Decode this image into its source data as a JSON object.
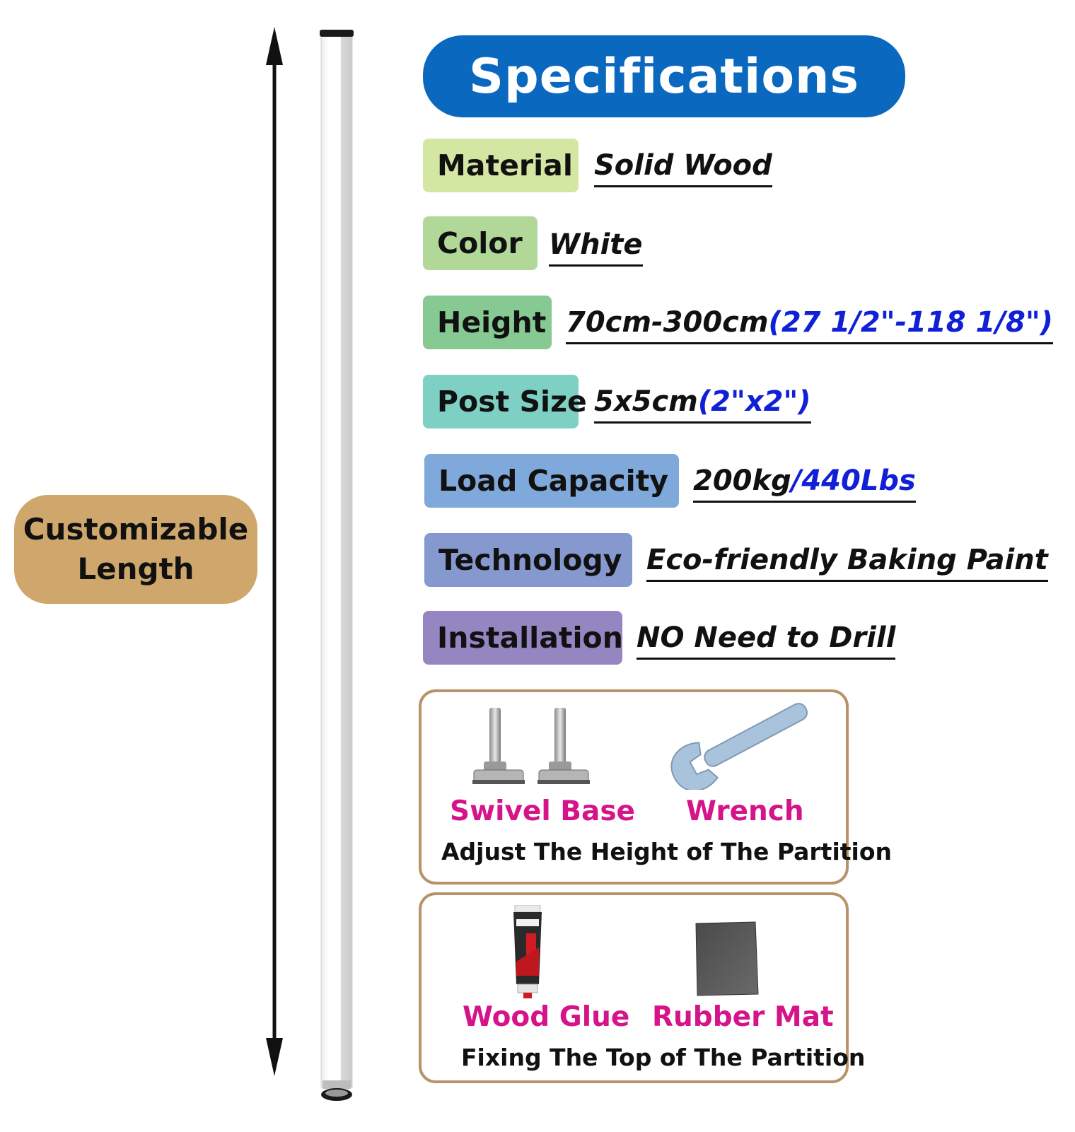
{
  "badge": {
    "line1": "Customizable",
    "line2": "Length"
  },
  "header": {
    "title": "Specifications"
  },
  "specs": [
    {
      "label": "Material",
      "value": "Solid Wood",
      "value_extra": "",
      "color": "#d3e7a2"
    },
    {
      "label": "Color",
      "value": "White",
      "value_extra": "",
      "color": "#b1d899"
    },
    {
      "label": "Height",
      "value": "70cm-300cm",
      "value_extra": "(27 1/2\"-118 1/8\")",
      "color": "#86c993"
    },
    {
      "label": "Post Size",
      "value": "5x5cm",
      "value_extra": "(2\"x2\")",
      "color": "#7ecfc4"
    },
    {
      "label": "Load Capacity",
      "value": "200kg",
      "value_extra": "/440Lbs",
      "color": "#7fa9da"
    },
    {
      "label": "Technology",
      "value": "Eco-friendly Baking Paint",
      "value_extra": "",
      "color": "#8599cf"
    },
    {
      "label": "Installation",
      "value": "NO Need to Drill",
      "value_extra": "",
      "color": "#9585c1"
    }
  ],
  "accessories_top": {
    "items": [
      "Swivel Base",
      "Wrench"
    ],
    "caption": "Adjust The Height of The Partition"
  },
  "accessories_bottom": {
    "items": [
      "Wood Glue",
      "Rubber Mat"
    ],
    "caption": "Fixing The Top of The Partition"
  },
  "colors": {
    "header_blue": "#0b68bf",
    "badge_tan": "#cfa76d",
    "accent_blue_text": "#1120d6",
    "accessory_pink": "#d5148a",
    "box_border": "#b8936a"
  }
}
